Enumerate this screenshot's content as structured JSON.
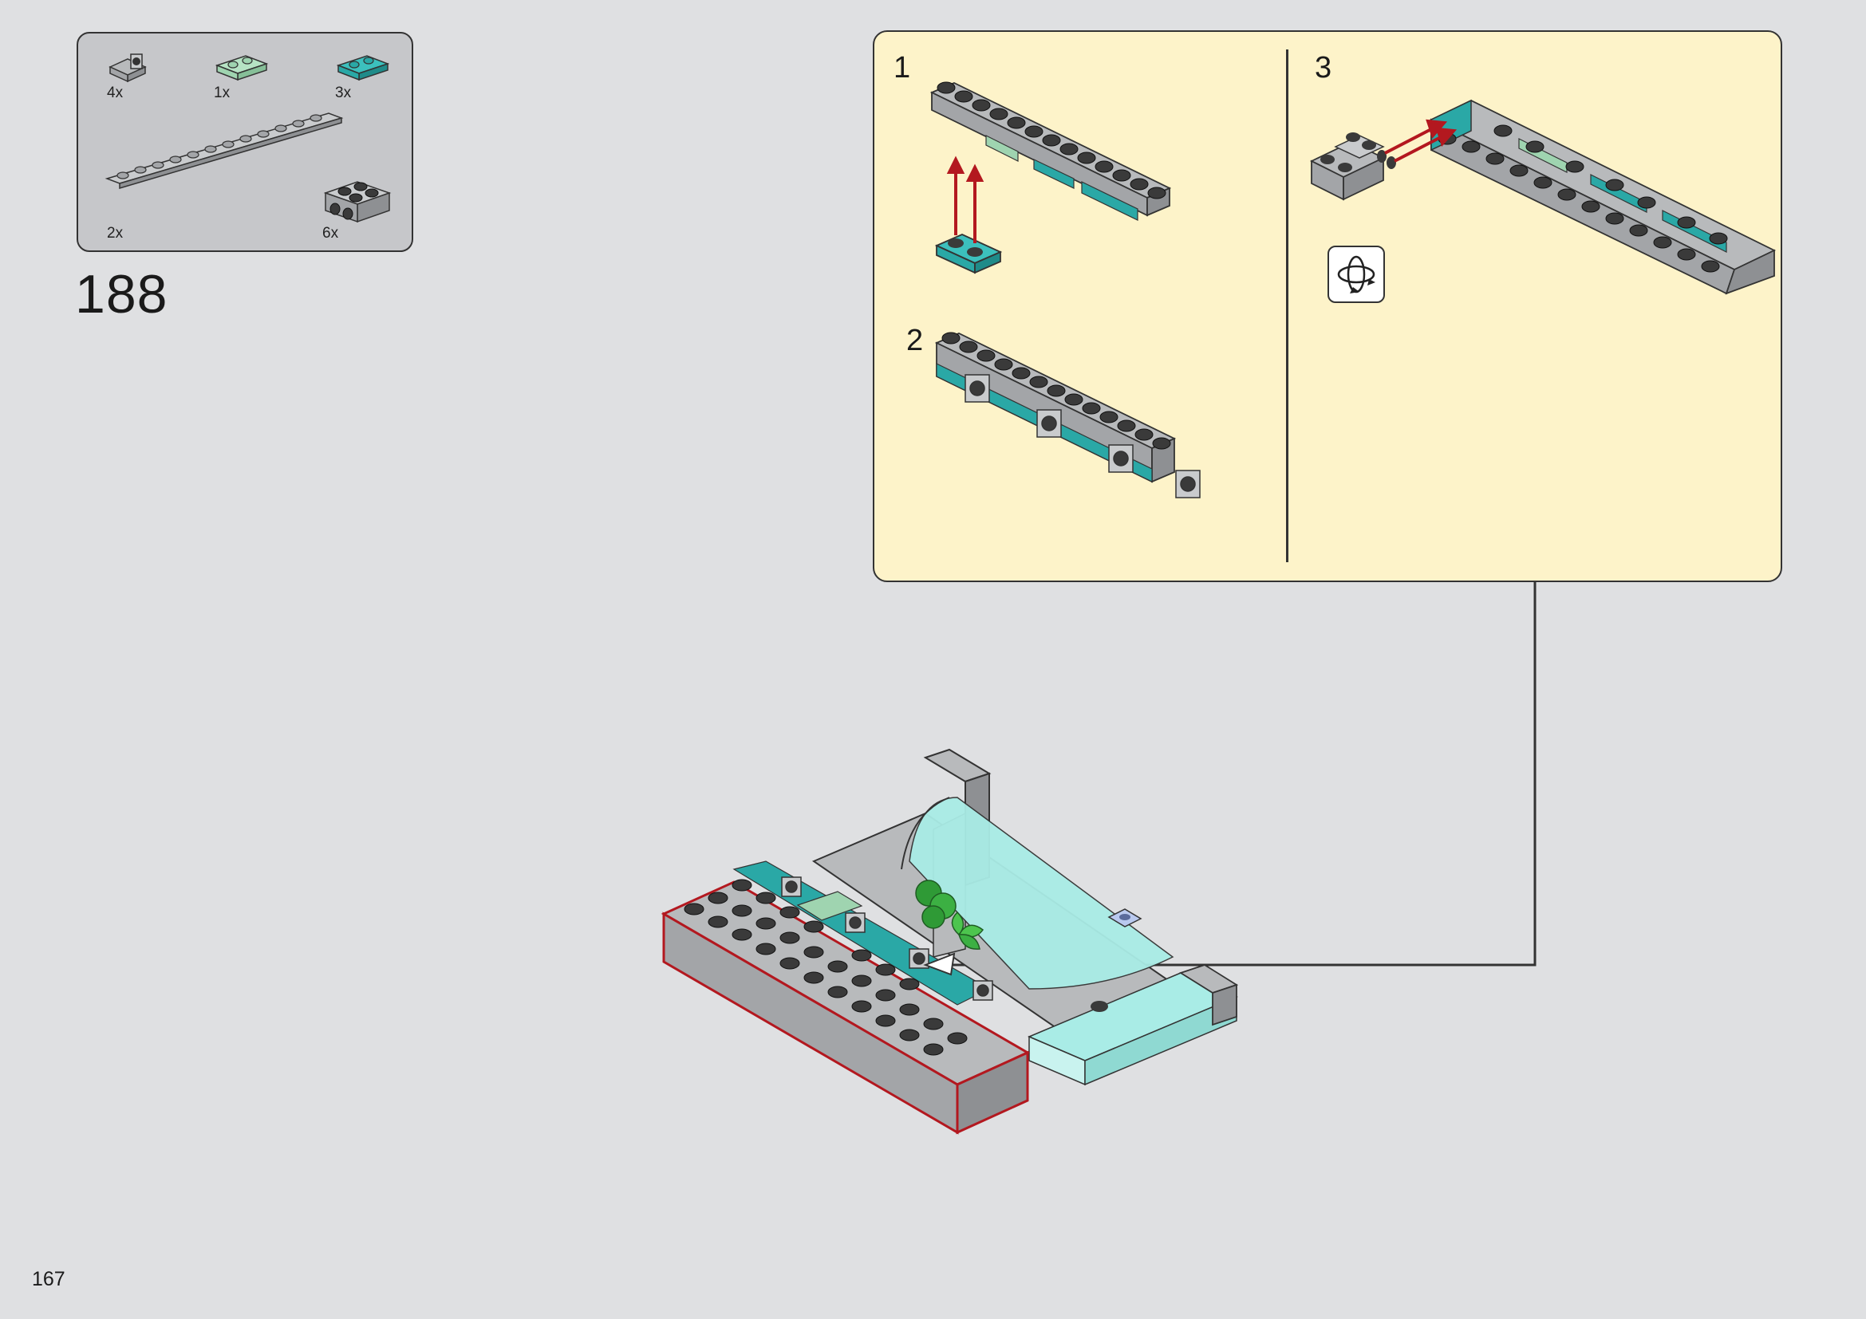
{
  "parts_list": [
    {
      "qty": "4x",
      "part": "light-gray-bracket-plate"
    },
    {
      "qty": "1x",
      "part": "sand-green-plate-1x2"
    },
    {
      "qty": "3x",
      "part": "teal-plate-1x2"
    },
    {
      "qty": "2x",
      "part": "light-gray-plate-1x12"
    },
    {
      "qty": "6x",
      "part": "light-gray-brick-2x2-with-side-studs"
    }
  ],
  "step_number": "188",
  "callout": {
    "substeps": [
      "1",
      "2",
      "3"
    ],
    "rotate_icon": "rotate-model-icon"
  },
  "page_number": "167",
  "colors": {
    "background": "#dfe0e2",
    "callout_bg": "#fdf3c9",
    "parts_bg": "#c6c7ca",
    "light_gray": "#a3a5a8",
    "dark_stud": "#3a3a3a",
    "teal": "#2aa8a6",
    "sand_green": "#9fd4b0",
    "trans_light_blue": "#a9ece6",
    "arrow_red": "#b3181f"
  }
}
